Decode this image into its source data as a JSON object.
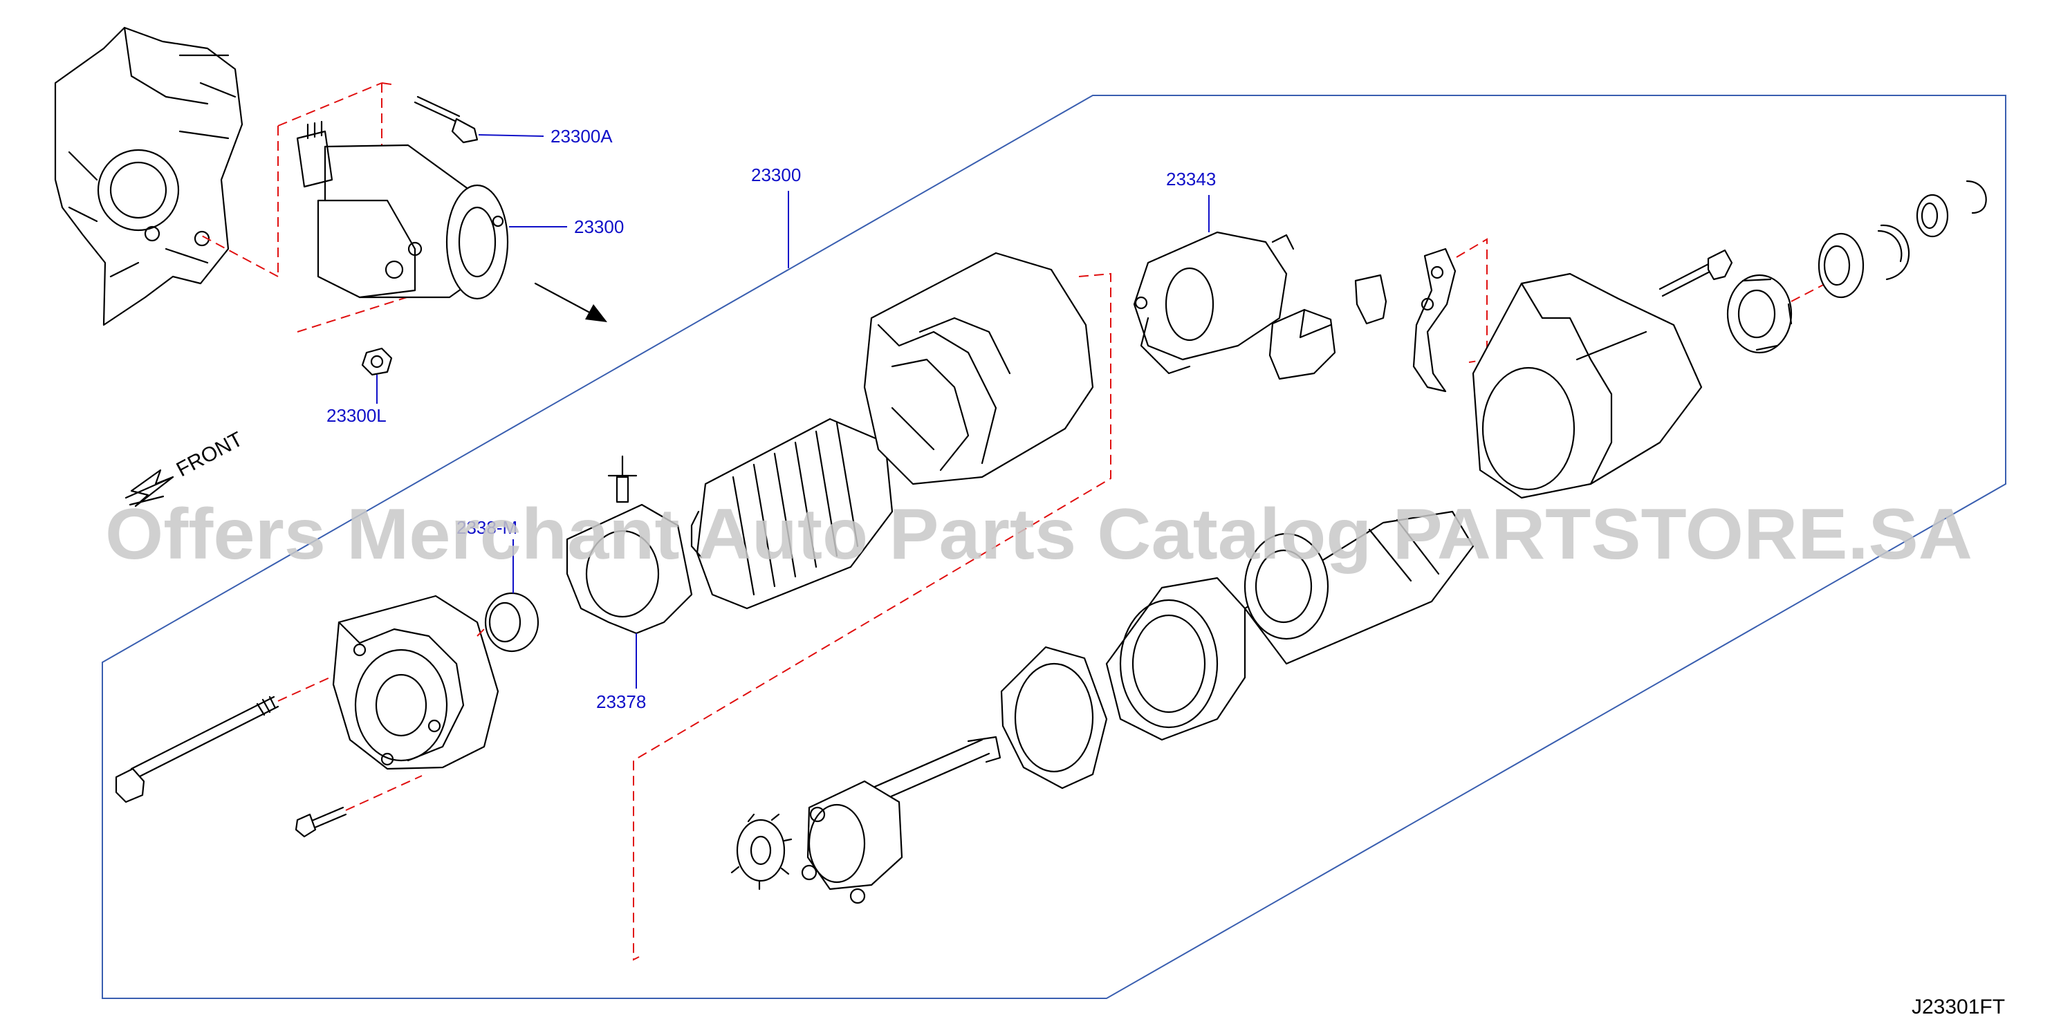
{
  "diagram": {
    "figure_code": "J23301FT",
    "direction_label": "FRONT",
    "watermark": "Offers Merchant Auto Parts Catalog PARTSTORE.SA",
    "callouts": {
      "c_23300A": "23300A",
      "c_23300_top": "23300",
      "c_23300L": "23300L",
      "c_23300_kit": "23300",
      "c_23343": "23343",
      "c_2338M": "2338-M",
      "c_23378": "23378"
    },
    "colors": {
      "callout": "#1010c8",
      "frame": "#3a5fb0",
      "dashed_line": "#e01010",
      "watermark": "#c8c8c8"
    }
  }
}
